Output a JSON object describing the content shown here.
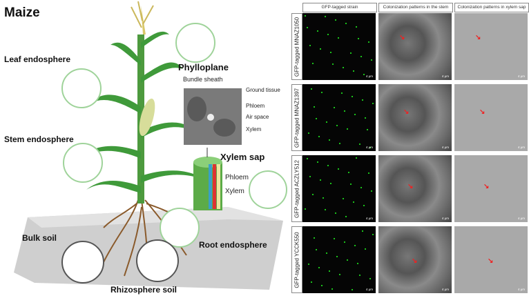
{
  "illustration": {
    "title": "Maize",
    "labels": {
      "leaf_endosphere": "Leaf endosphere",
      "phylloplane": "Phylloplane",
      "stem_endosphere": "Stem endosphere",
      "xylem_sap": "Xylem sap",
      "bulk_soil": "Bulk soil",
      "root_endosphere": "Root endosphere",
      "rhizosphere_soil": "Rhizosphere soil"
    },
    "micrograph": {
      "title": "Bundle sheath",
      "annotations": [
        "Ground tissue",
        "Phloem",
        "Air space",
        "Xylem"
      ]
    },
    "stem_section": {
      "annotations": [
        "Phloem",
        "Xylem"
      ]
    },
    "colors": {
      "leaf": "#3f9a3a",
      "soil": "#c9c9c9",
      "circle": "#a8d8a0",
      "phloem": "#d33",
      "xylem": "#3aa0c8"
    }
  },
  "panel": {
    "columns": [
      "GFP-tagged strain",
      "Colonization patterns in the stem",
      "Colonization patterns in xylem sap"
    ],
    "rows": [
      {
        "label": "GFP-tagged MNAZ1050",
        "scale": "4 μm"
      },
      {
        "label": "GFP-tagged MNAZ1397",
        "scale": "4 μm"
      },
      {
        "label": "GFP-tagged ACZLY512",
        "scale": "4 μm"
      },
      {
        "label": "GFP-tagged YCCK550",
        "scale": "4 μm"
      }
    ]
  }
}
